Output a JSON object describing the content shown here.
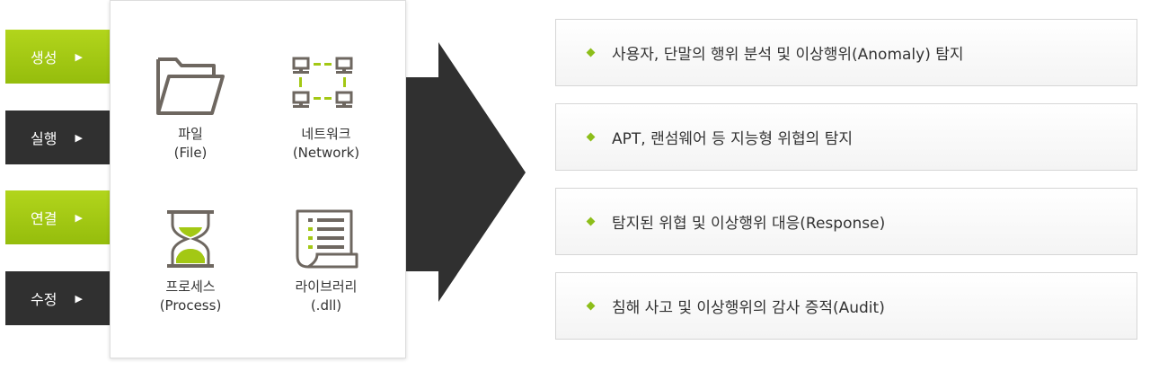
{
  "tabs": [
    {
      "label": "생성",
      "arrow": "▶",
      "style": "green"
    },
    {
      "label": "실행",
      "arrow": "▶",
      "style": "dark"
    },
    {
      "label": "연결",
      "arrow": "▶",
      "style": "green"
    },
    {
      "label": "수정",
      "arrow": "▶",
      "style": "dark"
    }
  ],
  "categories": [
    {
      "line1": "파일",
      "line2": "(File)",
      "icon": "folder-icon"
    },
    {
      "line1": "네트워크",
      "line2": "(Network)",
      "icon": "network-icon"
    },
    {
      "line1": "프로세스",
      "line2": "(Process)",
      "icon": "hourglass-icon"
    },
    {
      "line1": "라이브러리",
      "line2": "(.dll)",
      "icon": "document-list-icon"
    }
  ],
  "results": [
    "사용자, 단말의 행위 분석 및  이상행위(Anomaly) 탐지",
    "APT, 랜섬웨어 등  지능형 위협의 탐지",
    "탐지된 위협 및 이상행위 대응(Response)",
    "침해 사고 및 이상행위의 감사 증적(Audit)"
  ],
  "colors": {
    "accent": "#a3c814",
    "dark": "#303030",
    "icon": "#6e6760"
  }
}
